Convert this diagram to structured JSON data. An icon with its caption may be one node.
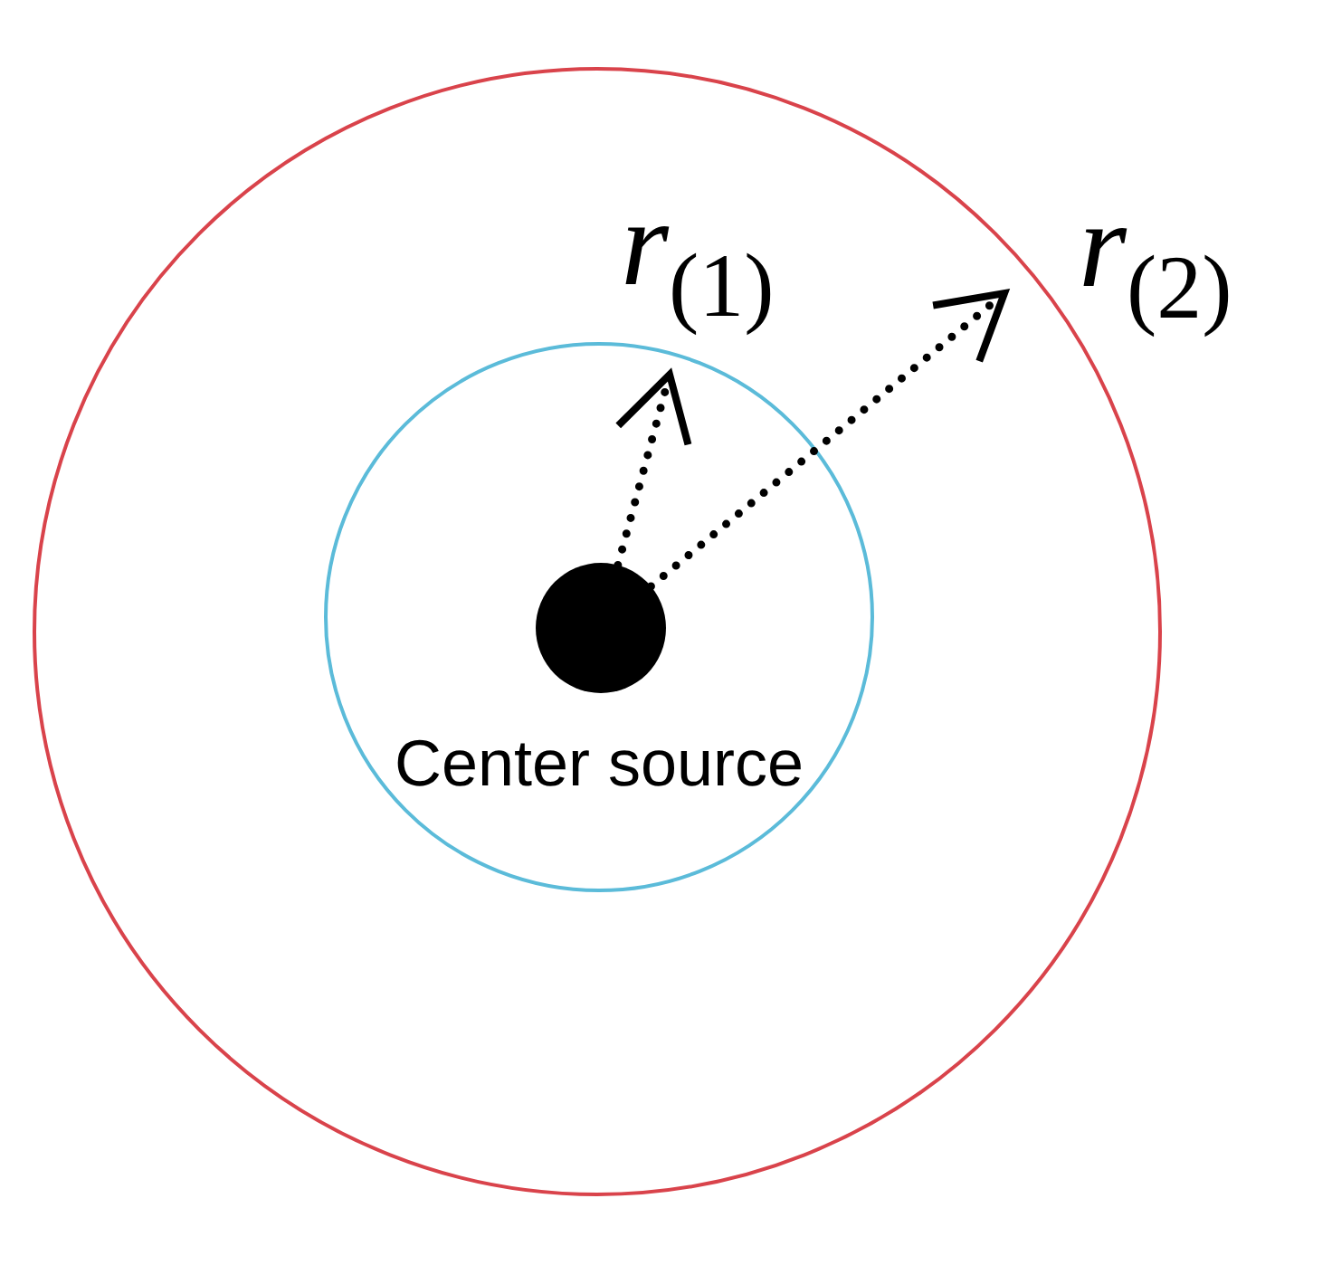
{
  "diagram": {
    "nodes": [
      {
        "text": [],
        "shape": "circle"
      },
      {
        "text": [],
        "shape": "circle",
        "in": 0
      },
      {
        "text": [],
        "shape": "circle",
        "in": 1,
        "beside": [
          "Center source"
        ]
      }
    ],
    "labels": [
      "*r*$_{(1)}$",
      "*r*$_{(2)}$"
    ]
  }
}
